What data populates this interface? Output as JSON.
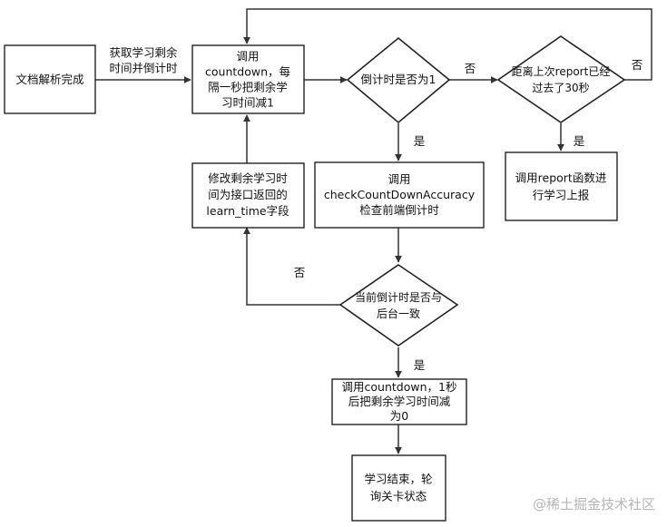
{
  "nodes": {
    "doc_parsed": {
      "lines": [
        "文档解析完成"
      ]
    },
    "call_countdown": {
      "lines": [
        "调用",
        "countdown，每",
        "隔一秒把剩余学",
        "习时间减1"
      ]
    },
    "is_zero": {
      "lines": [
        "倒计时是否为1"
      ]
    },
    "since_report": {
      "lines": [
        "距离上次report已经",
        "过去了30秒"
      ]
    },
    "call_report": {
      "lines": [
        "调用report函数进",
        "行学习上报"
      ]
    },
    "check_accuracy": {
      "lines": [
        "调用",
        "checkCountDownAccuracy",
        "检查前端倒计时"
      ]
    },
    "update_time": {
      "lines": [
        "修改剩余学习时",
        "间为接口返回的",
        "learn_time字段"
      ]
    },
    "consistent": {
      "lines": [
        "当前倒计时是否与",
        "后台一致"
      ]
    },
    "countdown_final": {
      "lines": [
        "调用countdown，1秒",
        "后把剩余学习时间减",
        "为0"
      ]
    },
    "end": {
      "lines": [
        "学习结束，轮",
        "询关卡状态"
      ]
    }
  },
  "edge_labels": {
    "fetch_time": {
      "lines": [
        "获取学习剩余",
        "时间并倒计时"
      ]
    },
    "zero_no": "否",
    "report_no": "否",
    "zero_yes": "是",
    "report_yes": "是",
    "consistent_no": "否",
    "consistent_yes": "是"
  },
  "watermark": "@稀土掘金技术社区"
}
